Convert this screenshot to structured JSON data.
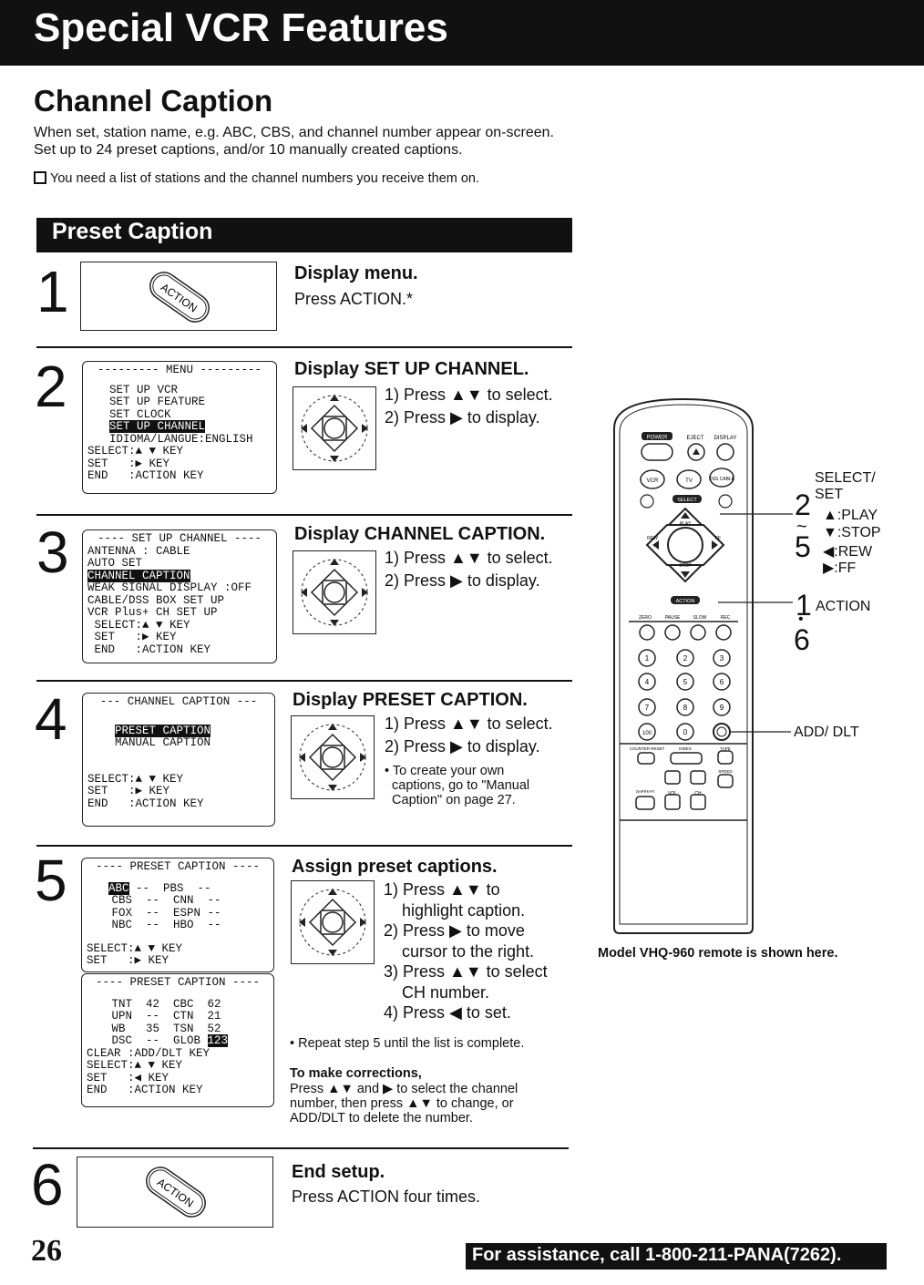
{
  "header": {
    "title": "Special VCR Features"
  },
  "page_title": "Channel Caption",
  "intro": [
    "When set, station name, e.g. ABC, CBS, and channel number appear on-screen.",
    "Set up to 24 preset captions, and/or 10 manually created captions."
  ],
  "note": "You need a list of stations and the channel numbers you receive them on.",
  "section_title": "Preset Caption",
  "action_label": "ACTION",
  "steps": {
    "s1": {
      "num": "1",
      "title": "Display menu.",
      "text": "Press ACTION.*"
    },
    "s2": {
      "num": "2",
      "title": "Display SET UP CHANNEL.",
      "line1": "1) Press ▲▼ to select.",
      "line2": "2) Press ▶ to display.",
      "screen": {
        "header": "--------- MENU ---------",
        "items": [
          "SET UP VCR",
          "SET UP FEATURE",
          "SET CLOCK"
        ],
        "selected": "SET UP CHANNEL",
        "item_last": "IDIOMA/LANGUE:ENGLISH",
        "keys": [
          "SELECT:▲ ▼ KEY",
          "SET   :▶ KEY",
          "END   :ACTION KEY"
        ]
      }
    },
    "s3": {
      "num": "3",
      "title": "Display CHANNEL CAPTION.",
      "line1": "1) Press ▲▼ to select.",
      "line2": "2) Press ▶ to display.",
      "screen": {
        "header": "---- SET UP CHANNEL ----",
        "items_before": [
          "ANTENNA : CABLE",
          "AUTO SET"
        ],
        "selected": "CHANNEL CAPTION",
        "items_after": [
          "WEAK SIGNAL DISPLAY :OFF",
          "CABLE/DSS BOX SET UP",
          "VCR Plus+ CH SET UP"
        ],
        "keys": [
          " SELECT:▲ ▼ KEY",
          " SET   :▶ KEY",
          " END   :ACTION KEY"
        ]
      }
    },
    "s4": {
      "num": "4",
      "title": "Display PRESET CAPTION.",
      "line1": "1) Press ▲▼ to select.",
      "line2": "2) Press ▶ to display.",
      "bullet": "• To create your own\n  captions, go to \"Manual\n  Caption\" on page 27.",
      "screen": {
        "header": "--- CHANNEL CAPTION ---",
        "selected": "PRESET CAPTION",
        "item": "MANUAL CAPTION",
        "keys": [
          "SELECT:▲ ▼ KEY",
          "SET   :▶ KEY",
          "END   :ACTION KEY"
        ]
      }
    },
    "s5": {
      "num": "5",
      "title": "Assign preset captions.",
      "lines": "1) Press ▲▼ to\n    highlight caption.\n2) Press ▶ to move\n    cursor to the right.\n3) Press ▲▼ to select\n    CH number.\n4) Press ◀ to set.",
      "bullet": "• Repeat step 5 until the list is complete.",
      "corrections_title": "To make corrections,",
      "corrections_text": "Press ▲▼ and ▶ to select the channel\nnumber, then press ▲▼ to change, or\nADD/DLT to delete the number.",
      "screen_a": {
        "header": "---- PRESET CAPTION ----",
        "first_hl": "ABC",
        "first_rest": " --  PBS  --",
        "rows": [
          " CBS  --  CNN  --",
          " FOX  --  ESPN --",
          " NBC  --  HBO  --"
        ],
        "keys": [
          "SELECT:▲ ▼ KEY",
          "SET   :▶ KEY"
        ]
      },
      "screen_b": {
        "header": "---- PRESET CAPTION ----",
        "rows": [
          " TNT  42  CBC  62",
          " UPN  --  CTN  21",
          " WB   35  TSN  52"
        ],
        "last_row": " DSC  --  GLOB ",
        "last_hl": "123",
        "keys": [
          "CLEAR :ADD/DLT KEY",
          "SELECT:▲ ▼ KEY",
          "SET   :◀ KEY",
          "END   :ACTION KEY"
        ]
      }
    },
    "s6": {
      "num": "6",
      "title": "End setup.",
      "text": "Press ACTION four times."
    }
  },
  "remote": {
    "top_buttons": [
      "POWER",
      "EJECT",
      "DISPLAY"
    ],
    "row2": [
      "VCR",
      "TV",
      "DSS CABLE"
    ],
    "select_label": "SELECT",
    "dpad": [
      "PLAY",
      "REW",
      "FF",
      "STOP"
    ],
    "action_label": "ACTION",
    "mode_row": [
      "ZERO",
      "PAUSE",
      "SLOW",
      "REC"
    ],
    "digits": [
      "1",
      "2",
      "3",
      "4",
      "5",
      "6",
      "7",
      "8",
      "9",
      "100",
      "0"
    ],
    "bottom_labels": [
      "COUNTER RESET",
      "INDEX",
      "TAPE",
      "SAP/HI-FI",
      "VOL",
      "CH",
      "SPEED"
    ],
    "callouts": {
      "select_set": "SELECT/\nSET",
      "step_range_top": "2",
      "step_range_tilde": "~",
      "step_range_bottom": "5",
      "play": "▲:PLAY",
      "stop": "▼:STOP",
      "rew": "◀:REW",
      "ff": "▶:FF",
      "action_num_top": "1",
      "action_dot": "•",
      "action_num_bottom": "6",
      "action": "ACTION",
      "add_dlt": "ADD/ DLT"
    },
    "model_caption": "Model VHQ-960 remote is shown here."
  },
  "footer": {
    "page_number": "26",
    "assistance": "For assistance, call 1-800-211-PANA(7262)."
  }
}
